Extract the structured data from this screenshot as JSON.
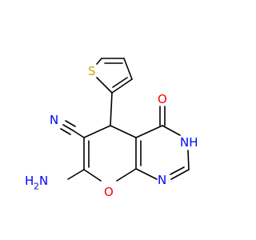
{
  "colors": {
    "carbon_bond": "#000000",
    "nitrogen": "#0000ff",
    "oxygen": "#ff0000",
    "sulfur": "#ccaa00",
    "background": "#ffffff"
  },
  "atoms": {
    "sulfur": "S",
    "carbonyl_oxygen": "O",
    "ring_oxygen": "O",
    "nitrile_nitrogen": "N",
    "amide_nh": "NH",
    "imine_nitrogen": "N",
    "amino_h": "H",
    "amino_h2_subscript": "2",
    "amino_n": "N"
  }
}
